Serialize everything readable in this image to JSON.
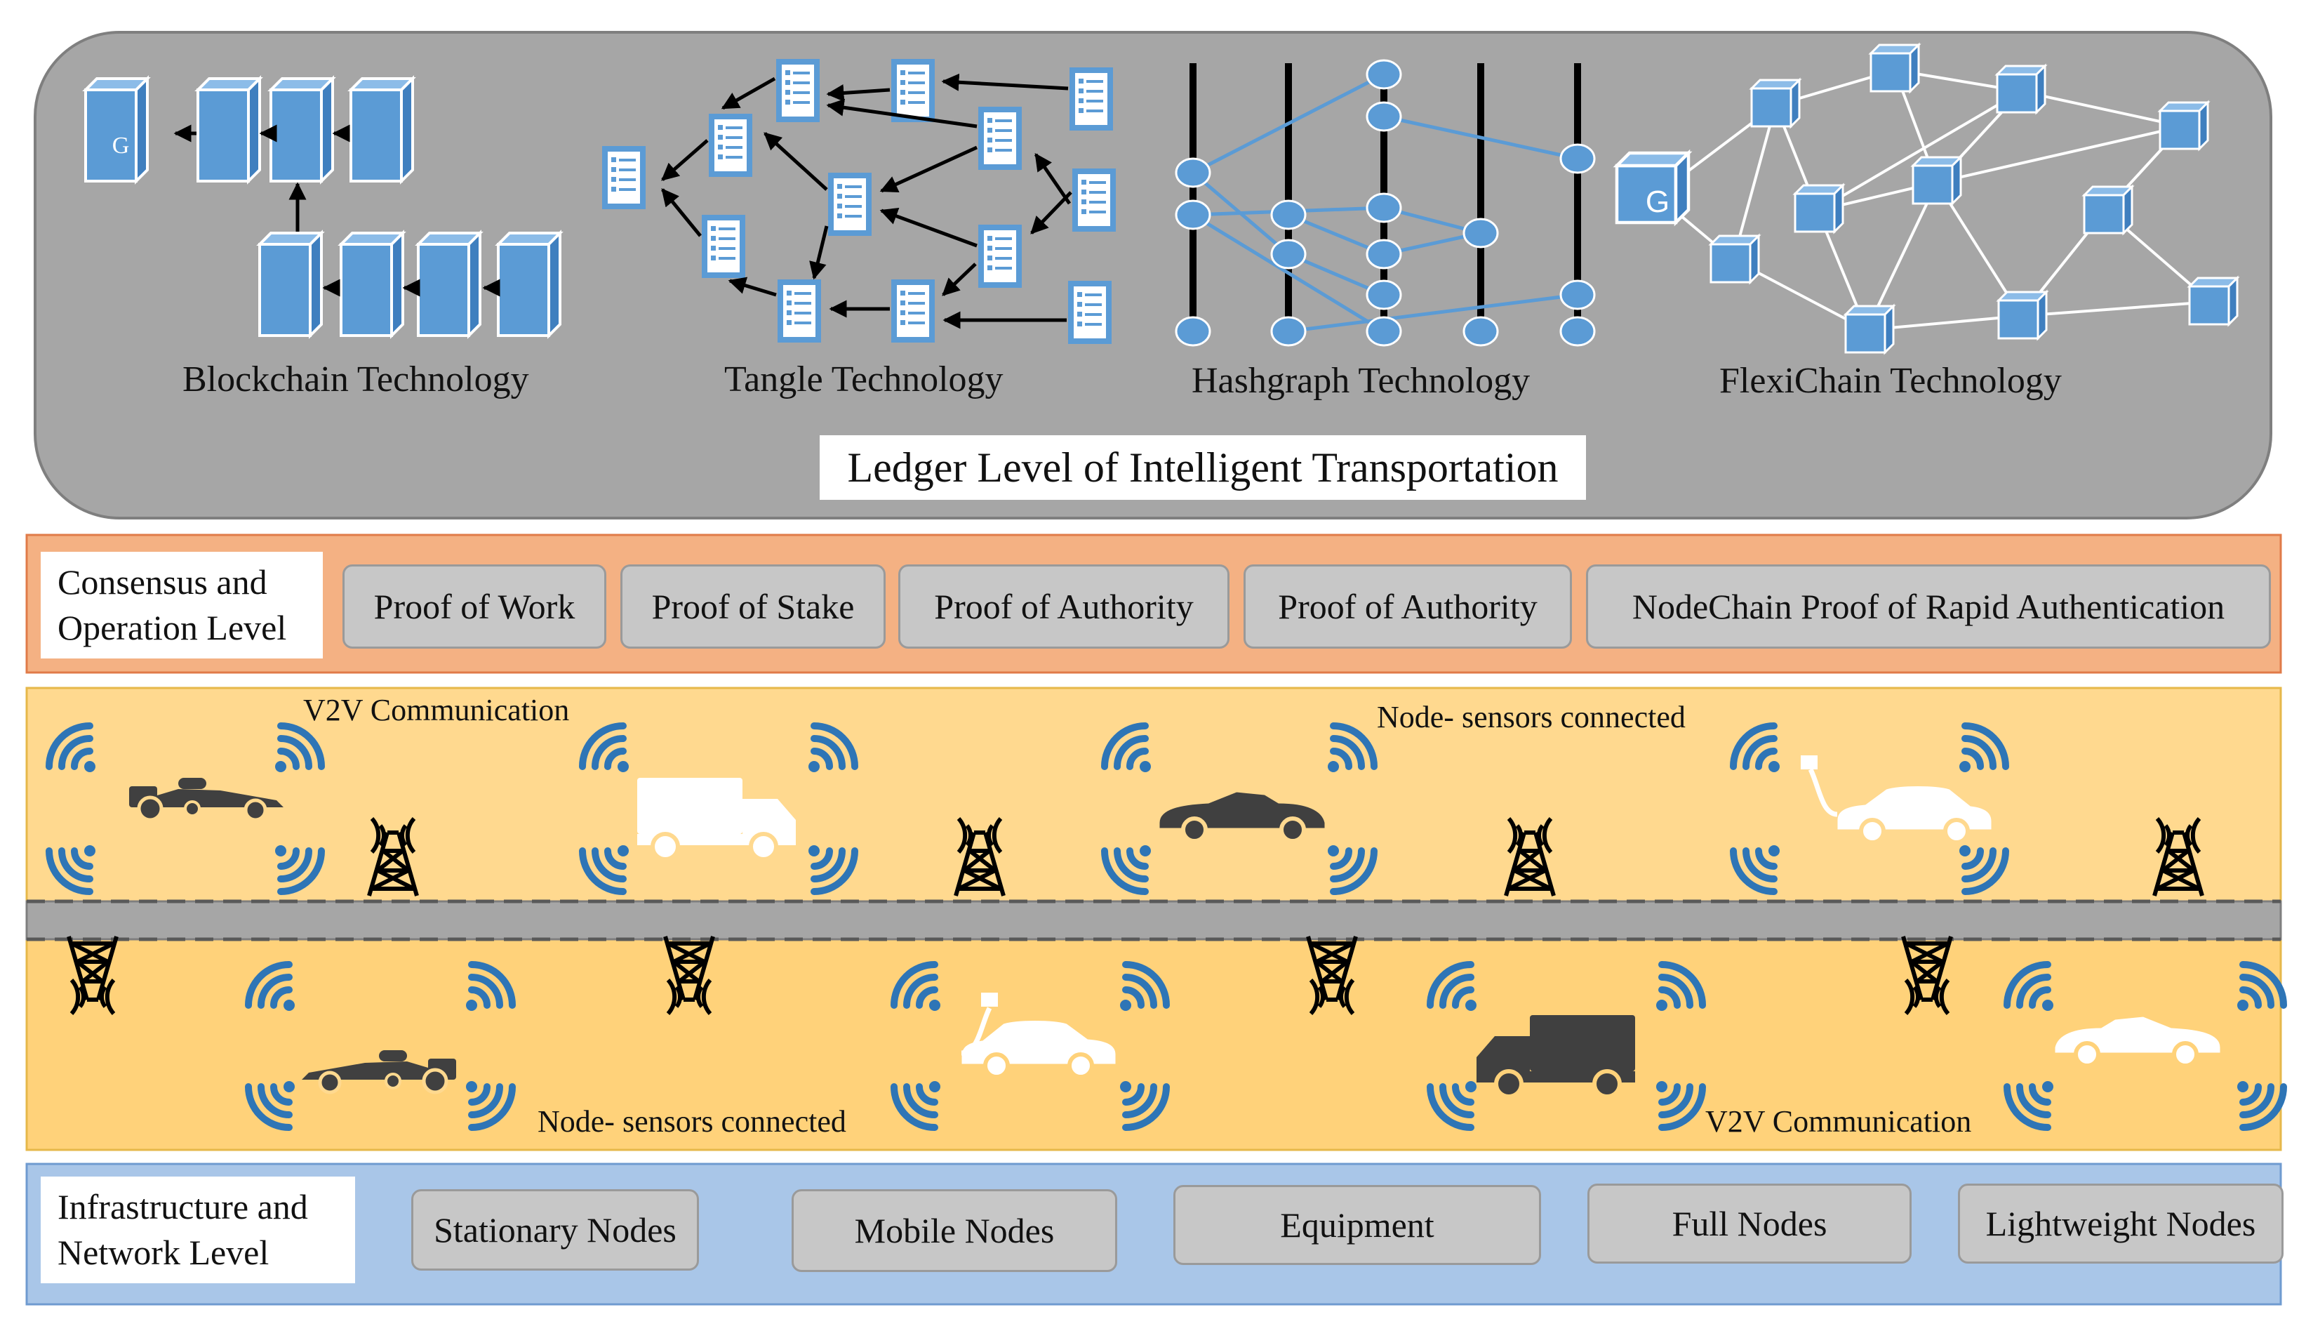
{
  "ledger": {
    "title": "Ledger Level of Intelligent Transportation",
    "technologies": [
      "Blockchain Technology",
      "Tangle Technology",
      "Hashgraph Technology",
      "FlexiChain Technology"
    ],
    "genesis_label": "G"
  },
  "consensus": {
    "title_line1": "Consensus and",
    "title_line2": "Operation Level",
    "items": [
      "Proof of Work",
      "Proof of Stake",
      "Proof of Authority",
      "Proof of Authority",
      "NodeChain Proof of Rapid Authentication"
    ]
  },
  "road": {
    "top_labels": [
      "V2V Communication",
      "Node- sensors connected"
    ],
    "bottom_labels": [
      "Node- sensors connected",
      "V2V Communication"
    ]
  },
  "infrastructure": {
    "title_line1": "Infrastructure and",
    "title_line2": "Network Level",
    "items": [
      "Stationary Nodes",
      "Mobile Nodes",
      "Equipment",
      "Full Nodes",
      "Lightweight Nodes"
    ]
  },
  "colors": {
    "cube": "#5b9bd5",
    "ledger_bg": "#a6a6a6",
    "consensus_bg": "#f4b183",
    "road_top": "#ffd98f",
    "road_bottom": "#ffd27a",
    "infra_bg": "#a9c6e8",
    "signal": "#2e75b6",
    "vehicle_dark": "#404040",
    "road_gray": "#a6a6a6"
  }
}
